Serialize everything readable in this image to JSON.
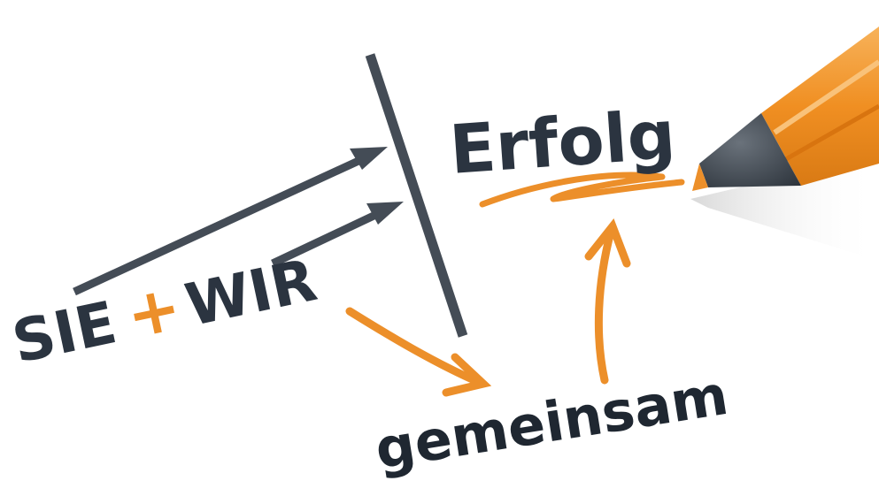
{
  "text": {
    "sie": "SIE",
    "plus": "+",
    "wir": "WIR",
    "erfolg": "Erfolg",
    "gemeinsam": "gemeinsam"
  },
  "colors": {
    "ink": "#2b3440",
    "orange": "#ec8f2a",
    "pencil_orange": "#f49a32",
    "pencil_dark": "#3d4650",
    "background": "#ffffff"
  },
  "icons": {
    "pencil": "pencil-icon"
  }
}
